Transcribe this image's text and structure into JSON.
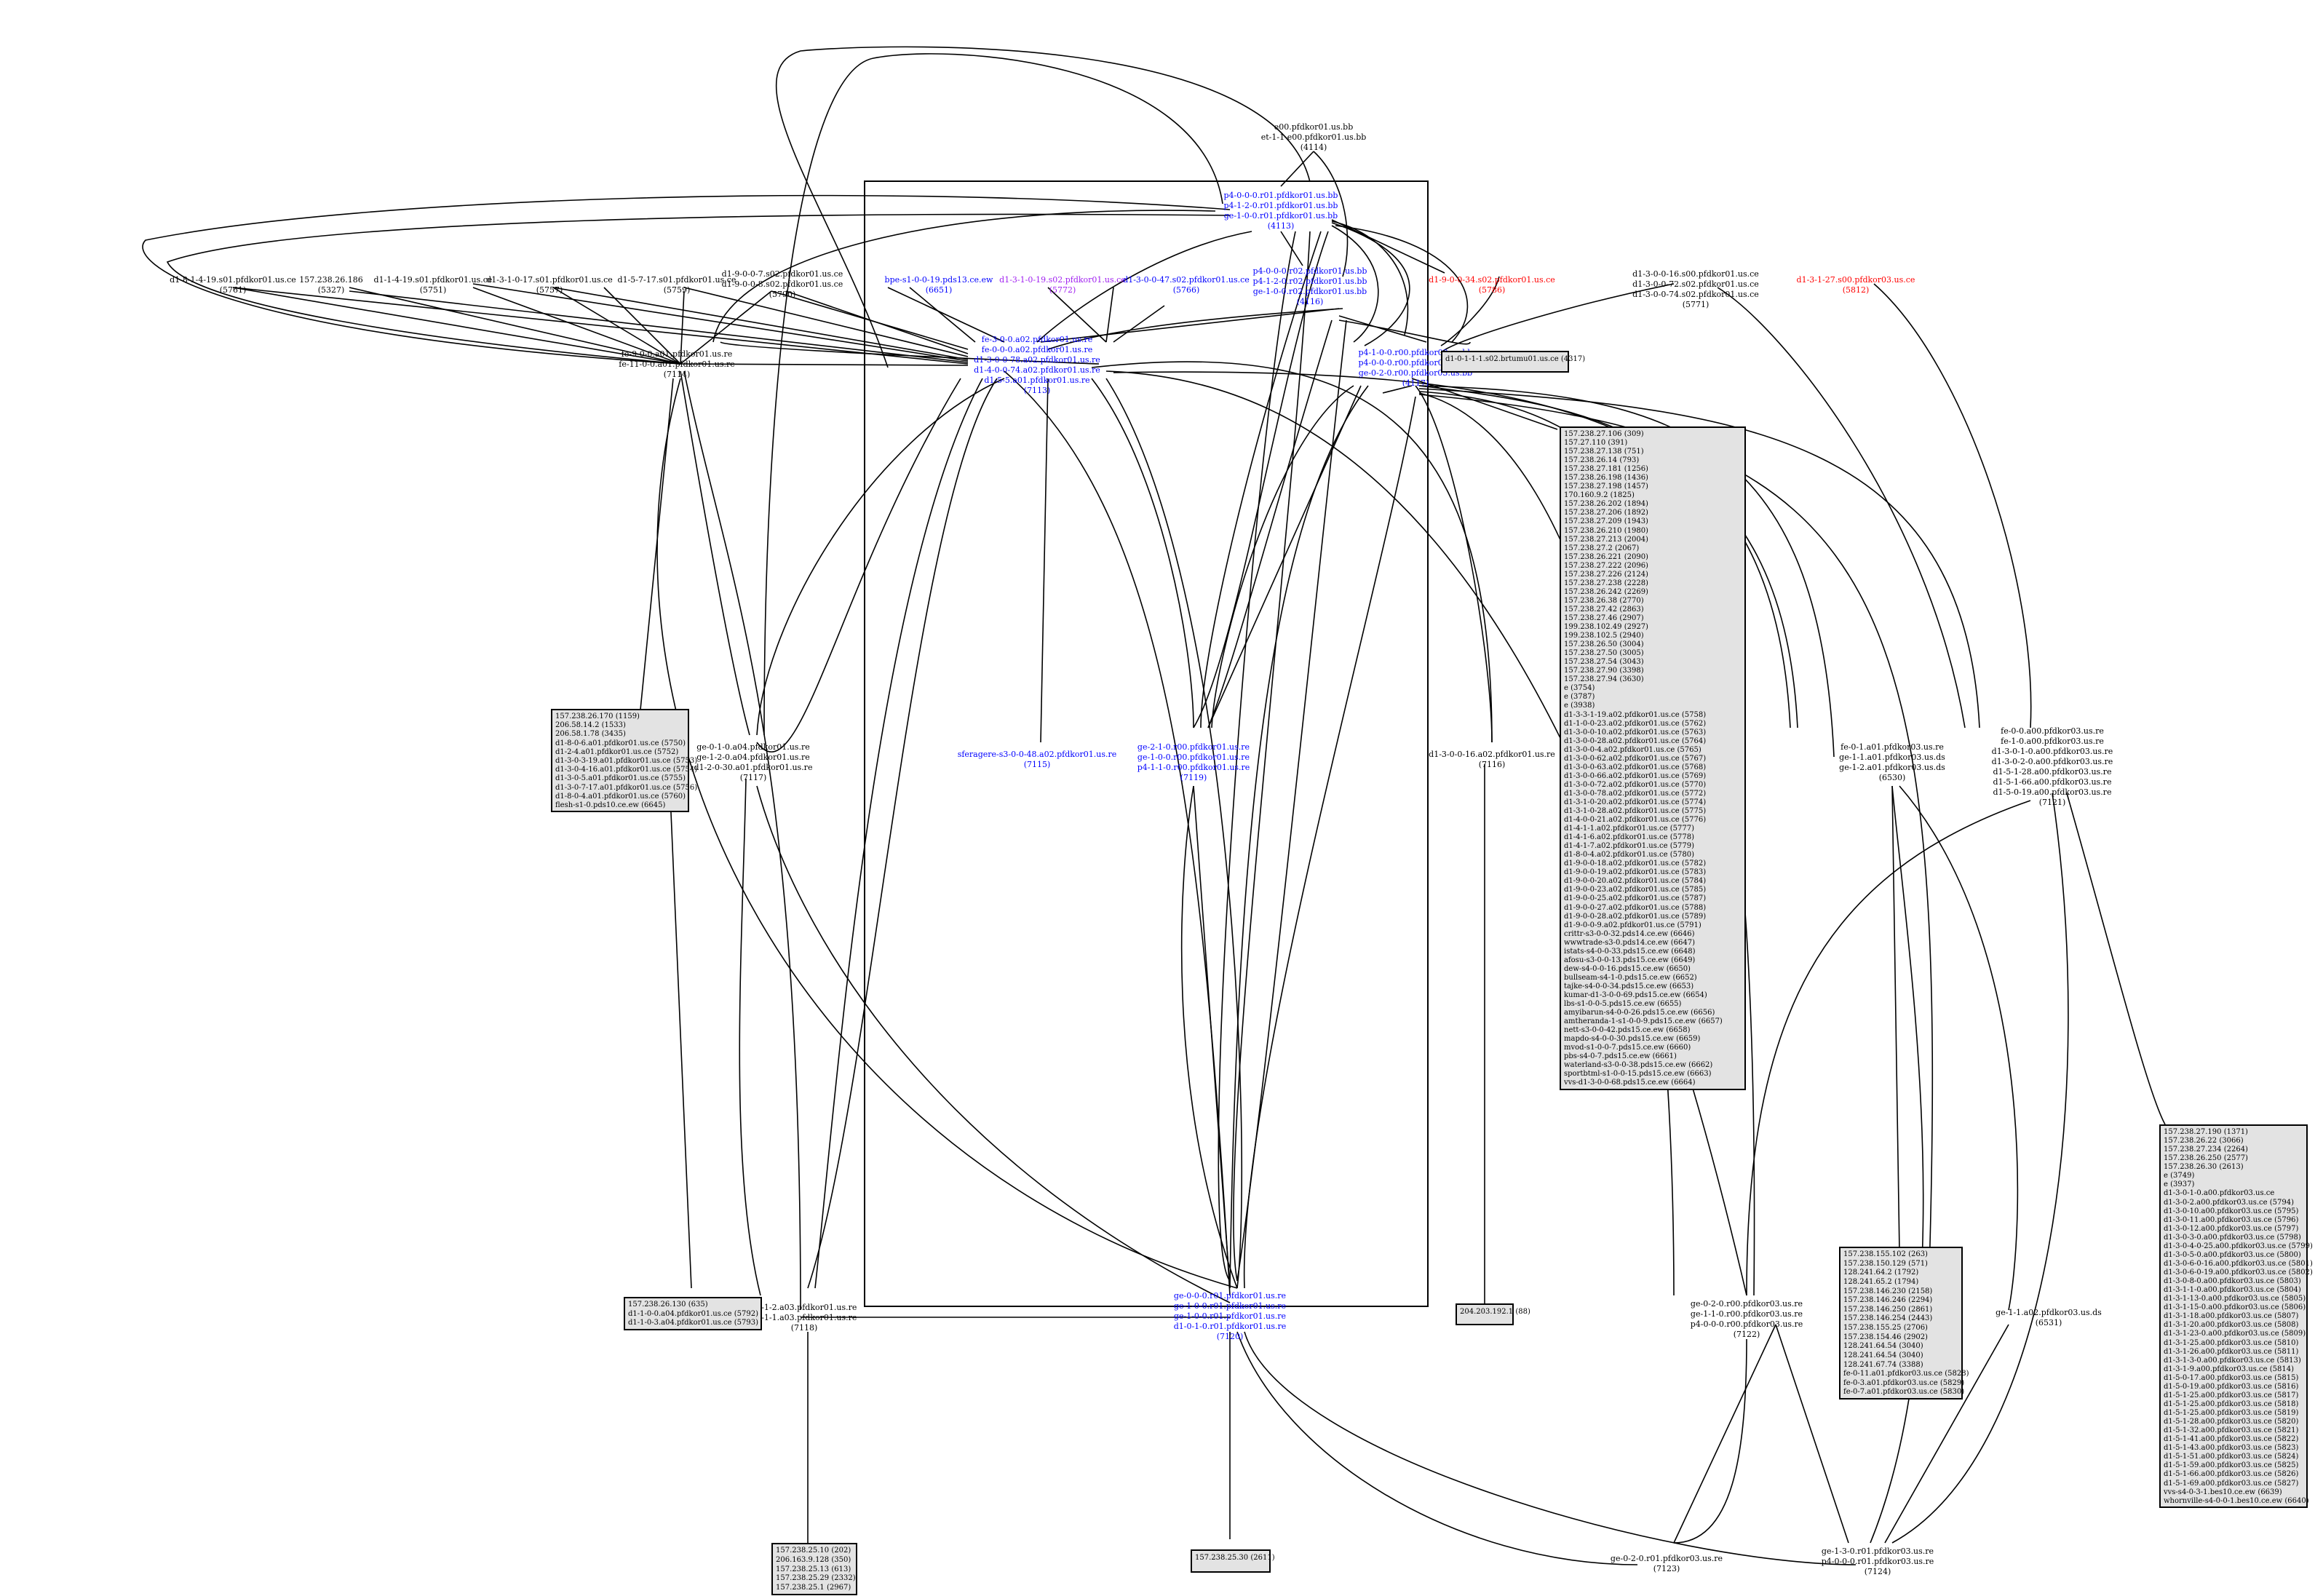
{
  "diagram": {
    "nodes": [
      {
        "id": "n4114",
        "color": "#000000",
        "lines": [
          "e00.pfdkor01.us.bb",
          "et-1-1-e00.pfdkor01.us.bb",
          "(4114)"
        ]
      },
      {
        "id": "n4113",
        "color": "#0000ff",
        "lines": [
          "p4-0-0-0.r01.pfdkor01.us.bb",
          "p4-1-2-0.r01.pfdkor01.us.bb",
          "ge-1-0-0.r01.pfdkor01.us.bb",
          "(4113)"
        ]
      },
      {
        "id": "n4116",
        "color": "#0000ff",
        "lines": [
          "p4-0-0-0.r02.pfdkor01.us.bb",
          "p4-1-2-0.r02.pfdkor01.us.bb",
          "ge-1-0-0.r02.pfdkor01.us.bb",
          "(4116)"
        ]
      },
      {
        "id": "n5761",
        "color": "#000000",
        "lines": [
          "d1-8-1-4-19.s01.pfdkor01.us.ce",
          "(5761)"
        ]
      },
      {
        "id": "n5327",
        "color": "#000000",
        "lines": [
          "157.238.26.186",
          "(5327)"
        ]
      },
      {
        "id": "n5751",
        "color": "#000000",
        "lines": [
          "d1-1-4-19.s01.pfdkor01.us.ce",
          "(5751)"
        ]
      },
      {
        "id": "n5757",
        "color": "#000000",
        "lines": [
          "d1-3-1-0-17.s01.pfdkor01.us.ce",
          "(5757)"
        ]
      },
      {
        "id": "n5759",
        "color": "#000000",
        "lines": [
          "d1-5-7-17.s01.pfdkor01.us.ce",
          "(5759)"
        ]
      },
      {
        "id": "n5790",
        "color": "#000000",
        "lines": [
          "d1-9-0-0-7.s02.pfdkor01.us.ce",
          "d1-9-0-0-8.s02.pfdkor01.us.ce",
          "(5790)"
        ]
      },
      {
        "id": "n6651",
        "color": "#0000ff",
        "lines": [
          "bpe-s1-0-0-19.pds13.ce.ew",
          "(6651)"
        ]
      },
      {
        "id": "n5772",
        "color": "#a020f0",
        "lines": [
          "d1-3-1-0-19.s02.pfdkor01.us.ce",
          "(5772)"
        ]
      },
      {
        "id": "n5766",
        "color": "#0000ff",
        "lines": [
          "d1-3-0-0-47.s02.pfdkor01.us.ce",
          "(5766)"
        ]
      },
      {
        "id": "n5786",
        "color": "#ff0000",
        "lines": [
          "d1-9-0-0-34.s02.pfdkor01.us.ce",
          "(5786)"
        ]
      },
      {
        "id": "n5771",
        "color": "#000000",
        "lines": [
          "d1-3-0-0-16.s00.pfdkor01.us.ce",
          "d1-3-0-0-72.s02.pfdkor01.us.ce",
          "d1-3-0-0-74.s02.pfdkor01.us.ce",
          "(5771)"
        ]
      },
      {
        "id": "n5812",
        "color": "#ff0000",
        "lines": [
          "d1-3-1-27.s00.pfdkor03.us.ce",
          "(5812)"
        ]
      },
      {
        "id": "n7114",
        "color": "#000000",
        "lines": [
          "fe-9-0-0.a01.pfdkor01.us.re",
          "fe-11-0-0.a01.pfdkor01.us.re",
          "(7114)"
        ]
      },
      {
        "id": "n7113",
        "color": "#0000ff",
        "lines": [
          "fe-3-0-0.a02.pfdkor01.us.re",
          "fe-0-0-0.a02.pfdkor01.us.re",
          "d1-3-0-0-78.a02.pfdkor01.us.re",
          "d1-4-0-0-74.a02.pfdkor01.us.re",
          "d1-5-5.a01.pfdkor01.us.re",
          "(7113)"
        ]
      },
      {
        "id": "n4117",
        "color": "#0000ff",
        "lines": [
          "p4-1-0-0.r00.pfdkor03.us.bb",
          "p4-0-0-0.r00.pfdkor03.us.bb",
          "ge-0-2-0.r00.pfdkor03.us.bb",
          "(4117)"
        ]
      },
      {
        "id": "n7117",
        "color": "#000000",
        "lines": [
          "ge-0-1-0.a04.pfdkor01.us.re",
          "ge-1-2-0.a04.pfdkor01.us.re",
          "d1-2-0-30.a01.pfdkor01.us.re",
          "(7117)"
        ]
      },
      {
        "id": "n7115",
        "color": "#0000ff",
        "lines": [
          "sferagere-s3-0-0-48.a02.pfdkor01.us.re",
          "(7115)"
        ]
      },
      {
        "id": "n7119",
        "color": "#0000ff",
        "lines": [
          "ge-2-1-0.r00.pfdkor01.us.re",
          "ge-1-0-0.r00.pfdkor01.us.re",
          "p4-1-1-0.r00.pfdkor01.us.re",
          "(7119)"
        ]
      },
      {
        "id": "n7116",
        "color": "#000000",
        "lines": [
          "d1-3-0-0-16.a02.pfdkor01.us.re",
          "(7116)"
        ]
      },
      {
        "id": "n6530",
        "color": "#000000",
        "lines": [
          "fe-0-1.a01.pfdkor03.us.re",
          "ge-1-1.a01.pfdkor03.us.ds",
          "ge-1-2.a01.pfdkor03.us.ds",
          "(6530)"
        ]
      },
      {
        "id": "n7121",
        "color": "#000000",
        "lines": [
          "fe-0-0.a00.pfdkor03.us.re",
          "fe-1-0.a00.pfdkor03.us.re",
          "d1-3-0-1-0.a00.pfdkor03.us.re",
          "d1-3-0-2-0.a00.pfdkor03.us.re",
          "d1-5-1-28.a00.pfdkor03.us.re",
          "d1-5-1-66.a00.pfdkor03.us.re",
          "d1-5-0-19.a00.pfdkor03.us.re",
          "(7121)"
        ]
      },
      {
        "id": "n7118",
        "color": "#000000",
        "lines": [
          "ge-1-2.a03.pfdkor01.us.re",
          "ge-1-1.a03.pfdkor01.us.re",
          "(7118)"
        ]
      },
      {
        "id": "n7120",
        "color": "#0000ff",
        "lines": [
          "ge-0-0-0.r01.pfdkor01.us.re",
          "ge-1-0-0.r01.pfdkor01.us.re",
          "ge-1-0-0.r01.pfdkor01.us.re",
          "d1-0-1-0.r01.pfdkor01.us.re",
          "(7120)"
        ]
      },
      {
        "id": "n7122",
        "color": "#000000",
        "lines": [
          "ge-0-2-0.r00.pfdkor03.us.re",
          "ge-1-1-0.r00.pfdkor03.us.re",
          "p4-0-0-0.r00.pfdkor03.us.re",
          "(7122)"
        ]
      },
      {
        "id": "n6531",
        "color": "#000000",
        "lines": [
          "ge-1-1.a02.pfdkor03.us.ds",
          "(6531)"
        ]
      },
      {
        "id": "n7123",
        "color": "#000000",
        "lines": [
          "ge-0-2-0.r01.pfdkor03.us.re",
          "(7123)"
        ]
      },
      {
        "id": "n7124",
        "color": "#000000",
        "lines": [
          "ge-1-3-0.r01.pfdkor03.us.re",
          "p4-0-0-0.r01.pfdkor03.us.re",
          "(7124)"
        ]
      }
    ],
    "boxes": [
      {
        "id": "b4317",
        "lines": [
          "d1-0-1-1-1.s02.brtumu01.us.ce (4317)"
        ]
      },
      {
        "id": "b7114",
        "lines": [
          "157.238.26.170 (1159)",
          "206.58.14.2 (1533)",
          "206.58.1.78 (3435)",
          "d1-8-0-6.a01.pfdkor01.us.ce (5750)",
          "d1-2-4.a01.pfdkor01.us.ce (5752)",
          "d1-3-0-3-19.a01.pfdkor01.us.ce (5753)",
          "d1-3-0-4-16.a01.pfdkor01.us.ce (5754)",
          "d1-3-0-5.a01.pfdkor01.us.ce (5755)",
          "d1-3-0-7-17.a01.pfdkor01.us.ce (5756)",
          "d1-8-0-4.a01.pfdkor01.us.ce (5760)",
          "flesh-s1-0.pds10.ce.ew (6645)"
        ]
      },
      {
        "id": "b7117",
        "lines": [
          "157.238.26.130 (635)",
          "d1-1-0-0.a04.pfdkor01.us.ce (5792)",
          "d1-1-0-3.a04.pfdkor01.us.ce (5793)"
        ]
      },
      {
        "id": "b7118",
        "lines": [
          "157.238.25.10 (202)",
          "206.163.9.128 (350)",
          "157.238.25.13 (613)",
          "157.238.25.29 (2332)",
          "157.238.25.1 (2967)"
        ]
      },
      {
        "id": "b7120",
        "lines": [
          "157.238.25.30 (2611)"
        ]
      },
      {
        "id": "b7116",
        "lines": [
          "204.203.192.1 (88)"
        ]
      },
      {
        "id": "b4117",
        "lines": [
          "157.238.27.106 (309)",
          "157.27.110 (391)",
          "157.238.27.138 (751)",
          "157.238.26.14 (793)",
          "157.238.27.181 (1256)",
          "157.238.26.198 (1436)",
          "157.238.27.198 (1457)",
          "170.160.9.2 (1825)",
          "157.238.26.202 (1894)",
          "157.238.27.206 (1892)",
          "157.238.27.209 (1943)",
          "157.238.26.210 (1980)",
          "157.238.27.213 (2004)",
          "157.238.27.2 (2067)",
          "157.238.26.221 (2090)",
          "157.238.27.222 (2096)",
          "157.238.27.226 (2124)",
          "157.238.27.238 (2228)",
          "157.238.26.242 (2269)",
          "157.238.26.38 (2770)",
          "157.238.27.42 (2863)",
          "157.238.27.46 (2907)",
          "199.238.102.49 (2927)",
          "199.238.102.5 (2940)",
          "157.238.26.50 (3004)",
          "157.238.27.50 (3005)",
          "157.238.27.54 (3043)",
          "157.238.27.90 (3398)",
          "157.238.27.94 (3630)",
          "e (3754)",
          "e (3787)",
          "e (3938)",
          "d1-3-3-1-19.a02.pfdkor01.us.ce (5758)",
          "d1-1-0-0-23.a02.pfdkor01.us.ce (5762)",
          "d1-3-0-0-10.a02.pfdkor01.us.ce (5763)",
          "d1-3-0-0-28.a02.pfdkor01.us.ce (5764)",
          "d1-3-0-0-4.a02.pfdkor01.us.ce (5765)",
          "d1-3-0-0-62.a02.pfdkor01.us.ce (5767)",
          "d1-3-0-0-63.a02.pfdkor01.us.ce (5768)",
          "d1-3-0-0-66.a02.pfdkor01.us.ce (5769)",
          "d1-3-0-0-72.a02.pfdkor01.us.ce (5770)",
          "d1-3-0-0-78.a02.pfdkor01.us.ce (5772)",
          "d1-3-1-0-20.a02.pfdkor01.us.ce (5774)",
          "d1-3-1-0-28.a02.pfdkor01.us.ce (5775)",
          "d1-4-0-0-21.a02.pfdkor01.us.ce (5776)",
          "d1-4-1-1.a02.pfdkor01.us.ce (5777)",
          "d1-4-1-6.a02.pfdkor01.us.ce (5778)",
          "d1-4-1-7.a02.pfdkor01.us.ce (5779)",
          "d1-8-0-4.a02.pfdkor01.us.ce (5780)",
          "d1-9-0-0-18.a02.pfdkor01.us.ce (5782)",
          "d1-9-0-0-19.a02.pfdkor01.us.ce (5783)",
          "d1-9-0-0-20.a02.pfdkor01.us.ce (5784)",
          "d1-9-0-0-23.a02.pfdkor01.us.ce (5785)",
          "d1-9-0-0-25.a02.pfdkor01.us.ce (5787)",
          "d1-9-0-0-27.a02.pfdkor01.us.ce (5788)",
          "d1-9-0-0-28.a02.pfdkor01.us.ce (5789)",
          "d1-9-0-0-9.a02.pfdkor01.us.ce (5791)",
          "crittr-s3-0-0-32.pds14.ce.ew (6646)",
          "wwwtrade-s3-0.pds14.ce.ew (6647)",
          "istats-s4-0-0-33.pds15.ce.ew (6648)",
          "afosu-s3-0-0-13.pds15.ce.ew (6649)",
          "dew-s4-0-0-16.pds15.ce.ew (6650)",
          "bullseam-s4-1-0.pds15.ce.ew (6652)",
          "tajke-s4-0-0-34.pds15.ce.ew (6653)",
          "kumar-d1-3-0-0-69.pds15.ce.ew (6654)",
          "lbs-s1-0-0-5.pds15.ce.ew (6655)",
          "amyibarun-s4-0-0-26.pds15.ce.ew (6656)",
          "amtheranda-1-s1-0-0-9.pds15.ce.ew (6657)",
          "nett-s3-0-0-42.pds15.ce.ew (6658)",
          "mapdo-s4-0-0-30.pds15.ce.ew (6659)",
          "mvod-s1-0-0-7.pds15.ce.ew (6660)",
          "pbs-s4-0-7.pds15.ce.ew (6661)",
          "waterland-s3-0-0-38.pds15.ce.ew (6662)",
          "sportbtml-s1-0-0-15.pds15.ce.ew (6663)",
          "vvs-d1-3-0-0-68.pds15.ce.ew (6664)"
        ]
      },
      {
        "id": "b6530",
        "lines": [
          "157.238.155.102 (263)",
          "157.238.150.129 (571)",
          "128.241.64.2 (1792)",
          "128.241.65.2 (1794)",
          "157.238.146.230 (2158)",
          "157.238.146.246 (2294)",
          "157.238.146.250 (2861)",
          "157.238.146.254 (2443)",
          "157.238.155.25 (2706)",
          "157.238.154.46 (2902)",
          "128.241.64.54 (3040)",
          "128.241.64.54 (3040)",
          "128.241.67.74 (3388)",
          "fe-0-11.a01.pfdkor03.us.ce (5828)",
          "fe-0-3.a01.pfdkor03.us.ce (5829)",
          "fe-0-7.a01.pfdkor03.us.ce (5830)"
        ]
      },
      {
        "id": "b7121",
        "lines": [
          "157.238.27.190 (1371)",
          "157.238.26.22 (3066)",
          "157.238.27.234 (2264)",
          "157.238.26.250 (2577)",
          "157.238.26.30 (2613)",
          "e (3749)",
          "e (3937)",
          "d1-3-0-1-0.a00.pfdkor03.us.ce",
          "d1-3-0-2.a00.pfdkor03.us.ce (5794)",
          "d1-3-0-10.a00.pfdkor03.us.ce (5795)",
          "d1-3-0-11.a00.pfdkor03.us.ce (5796)",
          "d1-3-0-12.a00.pfdkor03.us.ce (5797)",
          "d1-3-0-3-0.a00.pfdkor03.us.ce (5798)",
          "d1-3-0-4-0-25.a00.pfdkor03.us.ce (5799)",
          "d1-3-0-5-0.a00.pfdkor03.us.ce (5800)",
          "d1-3-0-6-0-16.a00.pfdkor03.us.ce (5801)",
          "d1-3-0-6-0-19.a00.pfdkor03.us.ce (5802)",
          "d1-3-0-8-0.a00.pfdkor03.us.ce (5803)",
          "d1-3-1-1-0.a00.pfdkor03.us.ce (5804)",
          "d1-3-1-13-0.a00.pfdkor03.us.ce (5805)",
          "d1-3-1-15-0.a00.pfdkor03.us.ce (5806)",
          "d1-3-1-18.a00.pfdkor03.us.ce (5807)",
          "d1-3-1-20.a00.pfdkor03.us.ce (5808)",
          "d1-3-1-23-0.a00.pfdkor03.us.ce (5809)",
          "d1-3-1-25.a00.pfdkor03.us.ce (5810)",
          "d1-3-1-26.a00.pfdkor03.us.ce (5811)",
          "d1-3-1-3-0.a00.pfdkor03.us.ce (5813)",
          "d1-3-1-9.a00.pfdkor03.us.ce (5814)",
          "d1-5-0-17.a00.pfdkor03.us.ce (5815)",
          "d1-5-0-19.a00.pfdkor03.us.ce (5816)",
          "d1-5-1-25.a00.pfdkor03.us.ce (5817)",
          "d1-5-1-25.a00.pfdkor03.us.ce (5818)",
          "d1-5-1-25.a00.pfdkor03.us.ce (5819)",
          "d1-5-1-28.a00.pfdkor03.us.ce (5820)",
          "d1-5-1-32.a00.pfdkor03.us.ce (5821)",
          "d1-5-1-41.a00.pfdkor03.us.ce (5822)",
          "d1-5-1-43.a00.pfdkor03.us.ce (5823)",
          "d1-5-1-51.a00.pfdkor03.us.ce (5824)",
          "d1-5-1-59.a00.pfdkor03.us.ce (5825)",
          "d1-5-1-66.a00.pfdkor03.us.ce (5826)",
          "d1-5-1-69.a00.pfdkor03.us.ce (5827)",
          "vvs-s4-0-3-1.bes10.ce.ew (6639)",
          "whornville-s4-0-0-1.bes10.ce.ew (6640)"
        ]
      }
    ]
  }
}
